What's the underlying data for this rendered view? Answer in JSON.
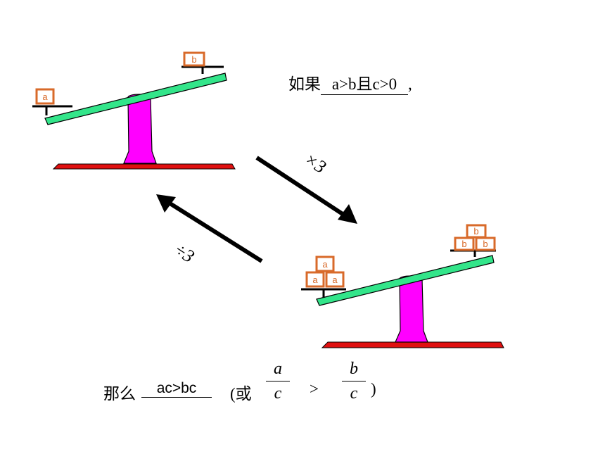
{
  "condition": {
    "prefix": "如果",
    "blank": "a>b且c>0",
    "suffix": ","
  },
  "operations": {
    "multiply": "×3",
    "divide": "÷3"
  },
  "conclusion": {
    "prefix": "那么",
    "blank": "ac>bc",
    "alt_open": "(或",
    "frac_left": {
      "num": "a",
      "den": "c"
    },
    "comparator": ">",
    "frac_right": {
      "num": "b",
      "den": "c"
    },
    "alt_close": ")"
  },
  "scale_top": {
    "left_box": "a",
    "right_box": "b"
  },
  "scale_bottom": {
    "left_boxes": [
      "a",
      "a",
      "a"
    ],
    "right_boxes": [
      "b",
      "b",
      "b"
    ]
  },
  "colors": {
    "beam": "#33e58a",
    "pillar": "#ff00ff",
    "base": "#e01010",
    "box_border": "#d86a2a",
    "arrow": "#000000"
  }
}
